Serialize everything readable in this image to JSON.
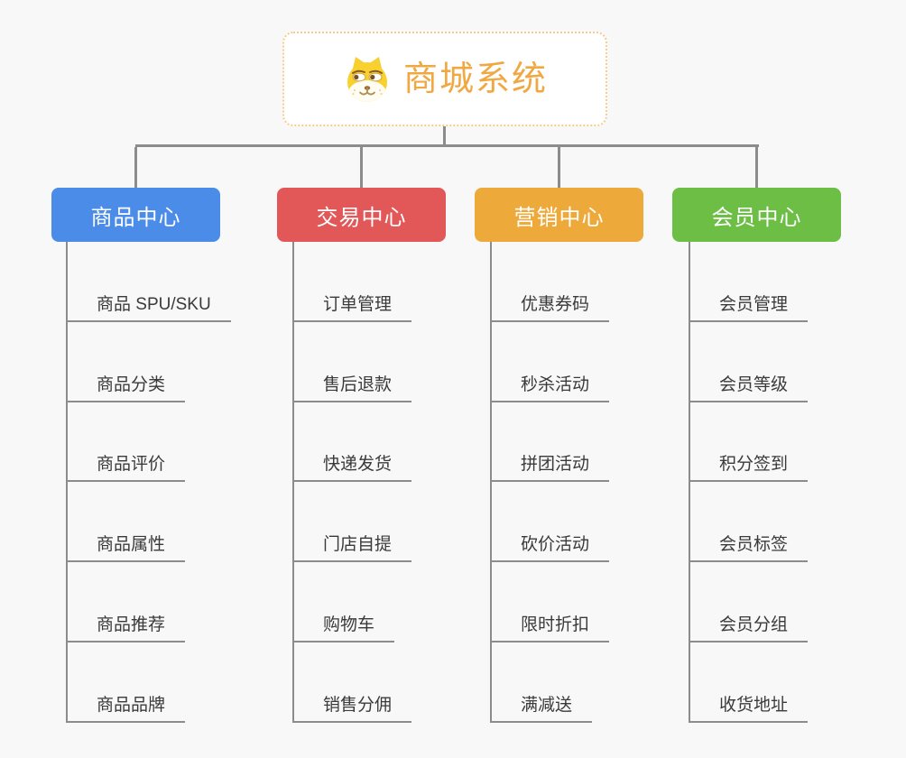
{
  "root": {
    "title": "商城系统",
    "icon": "doge-icon"
  },
  "branches": [
    {
      "label": "商品中心",
      "color": "#4a8ce8",
      "items": [
        "商品 SPU/SKU",
        "商品分类",
        "商品评价",
        "商品属性",
        "商品推荐",
        "商品品牌"
      ]
    },
    {
      "label": "交易中心",
      "color": "#e25757",
      "items": [
        "订单管理",
        "售后退款",
        "快递发货",
        "门店自提",
        "购物车",
        "销售分佣"
      ]
    },
    {
      "label": "营销中心",
      "color": "#eda93a",
      "items": [
        "优惠券码",
        "秒杀活动",
        "拼团活动",
        "砍价活动",
        "限时折扣",
        "满减送"
      ]
    },
    {
      "label": "会员中心",
      "color": "#6cbe45",
      "items": [
        "会员管理",
        "会员等级",
        "积分签到",
        "会员标签",
        "会员分组",
        "收货地址"
      ]
    }
  ],
  "colors": {
    "background": "#f8f8f8",
    "connector": "#8c8c8c",
    "root_accent": "#f0a843",
    "root_border": "#f6cc8a",
    "leaf_text": "#3a3a3a"
  }
}
